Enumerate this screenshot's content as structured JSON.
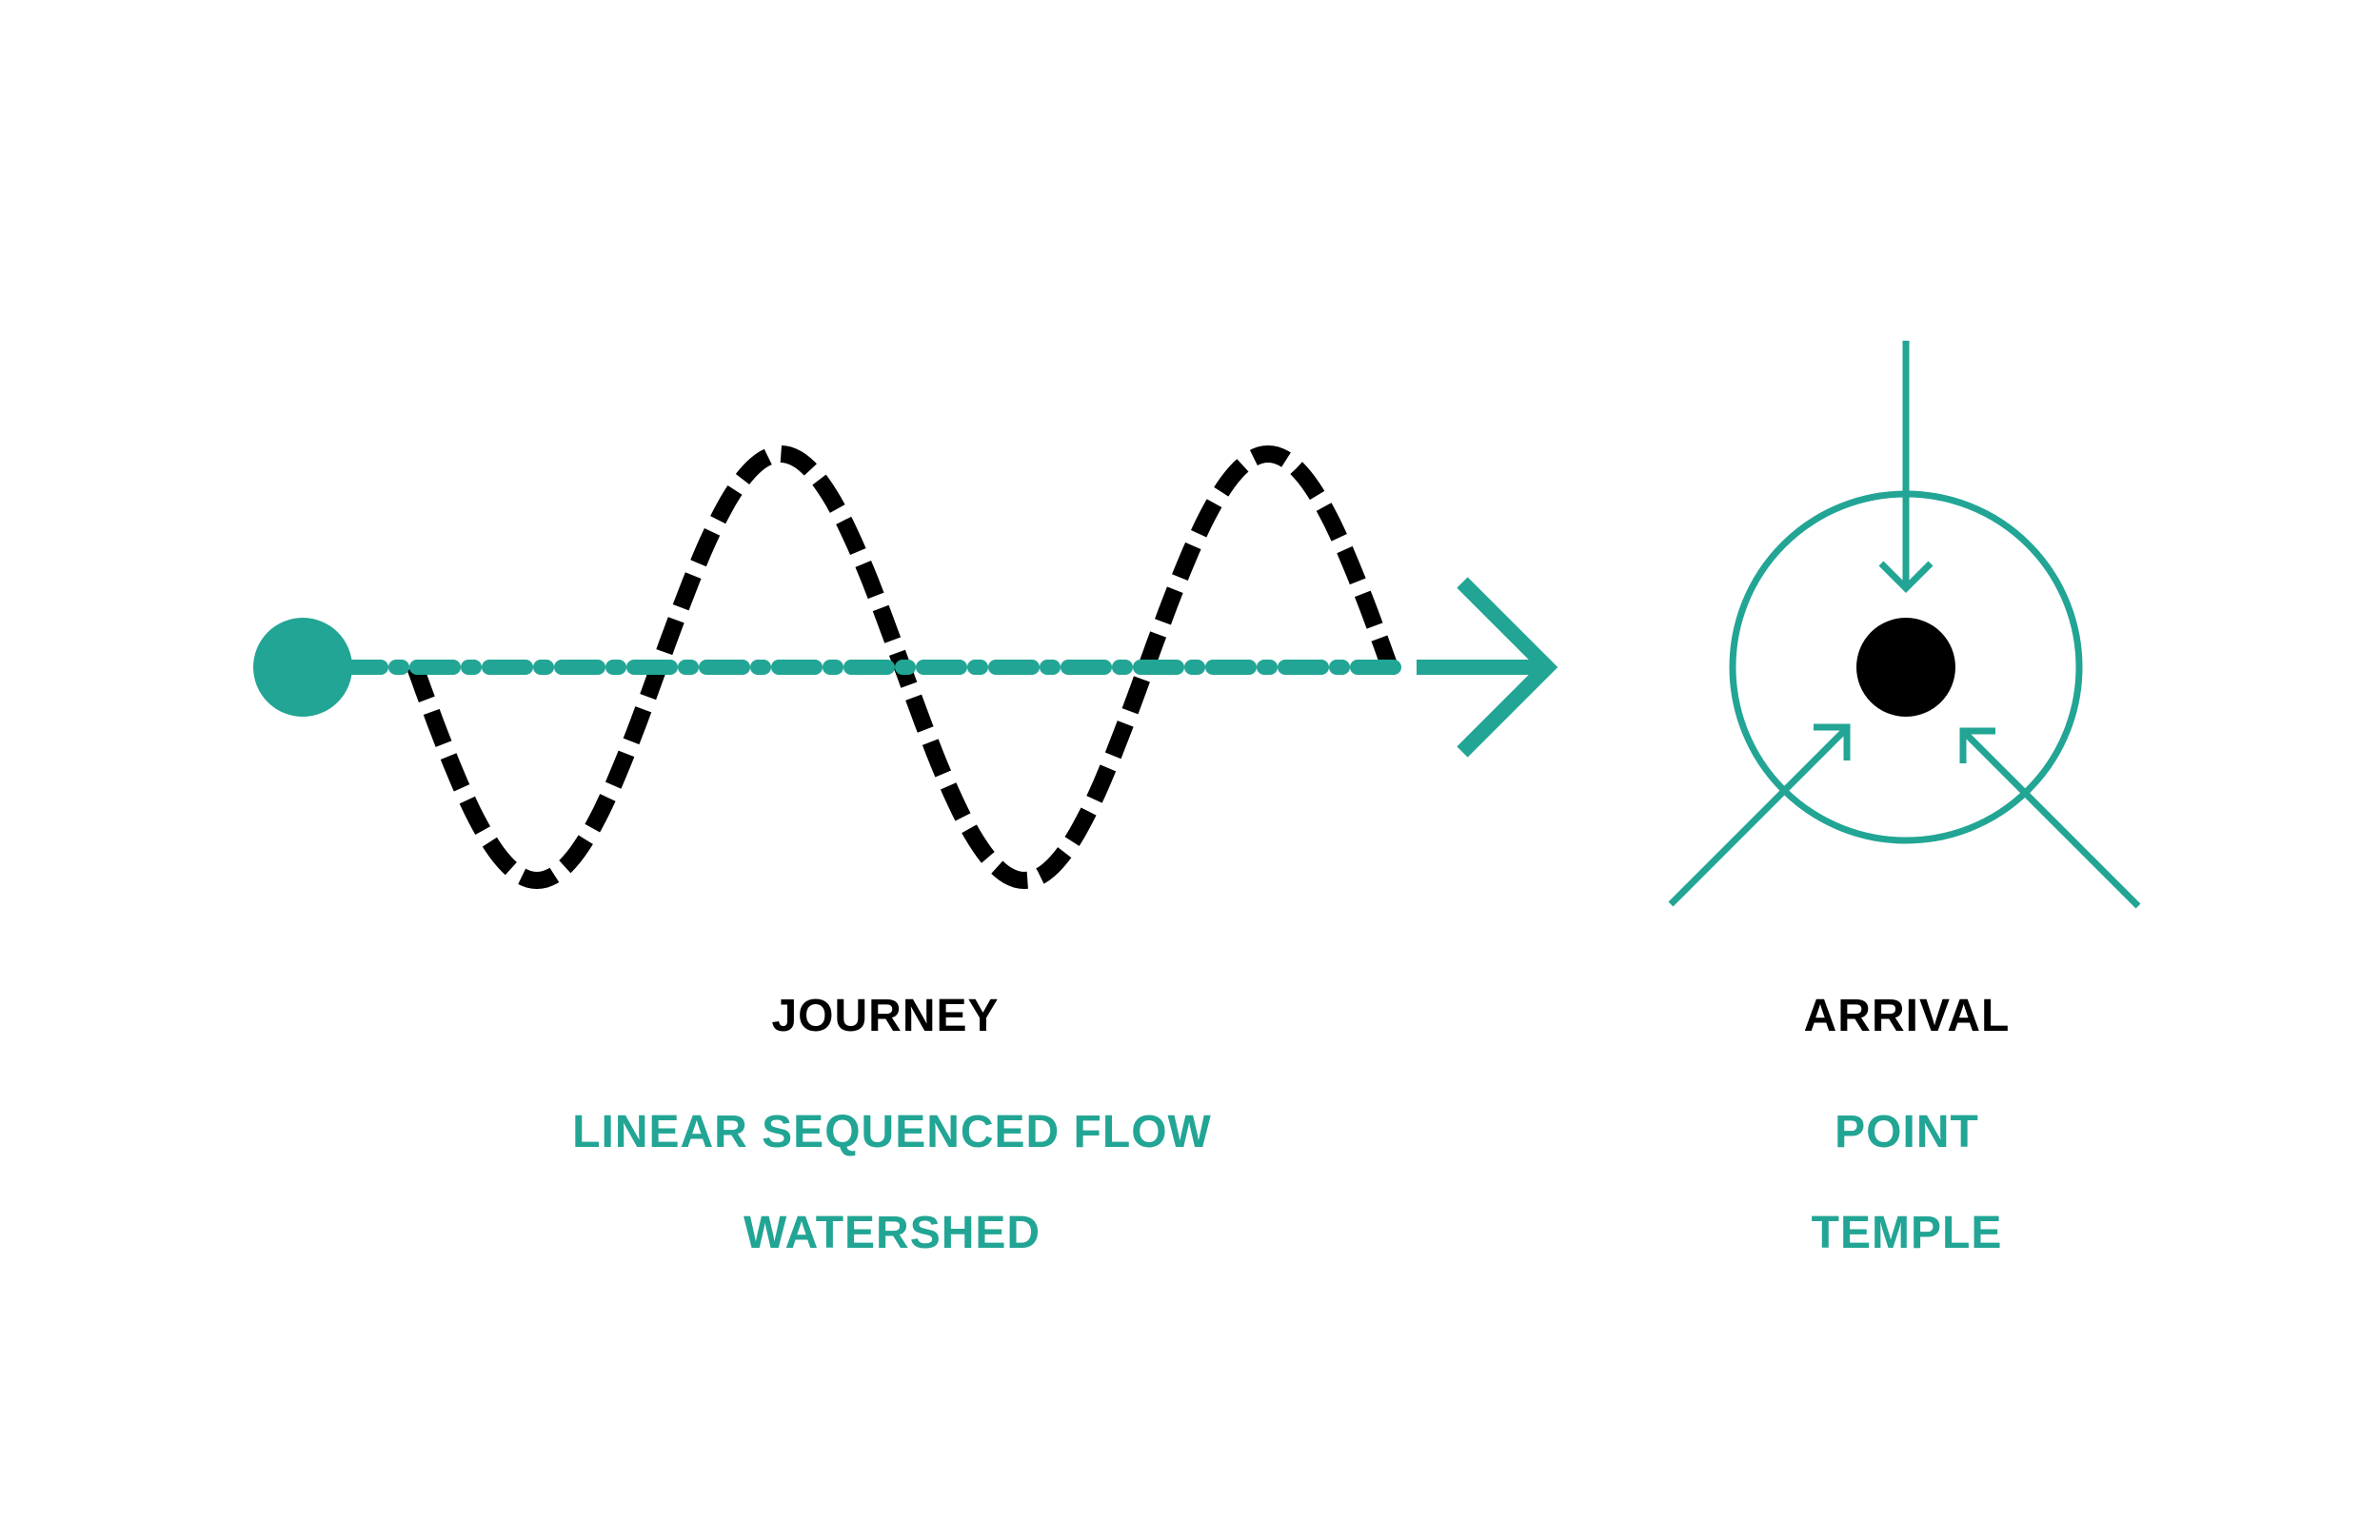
{
  "colors": {
    "accent": "#22a594",
    "ink": "#000000",
    "background": "#ffffff"
  },
  "journey": {
    "heading": "JOURNEY",
    "line1": "LINEAR SEQUENCED FLOW",
    "line2": "WATERSHED"
  },
  "arrival": {
    "heading": "ARRIVAL",
    "line1": "POINT",
    "line2": "TEMPLE"
  }
}
